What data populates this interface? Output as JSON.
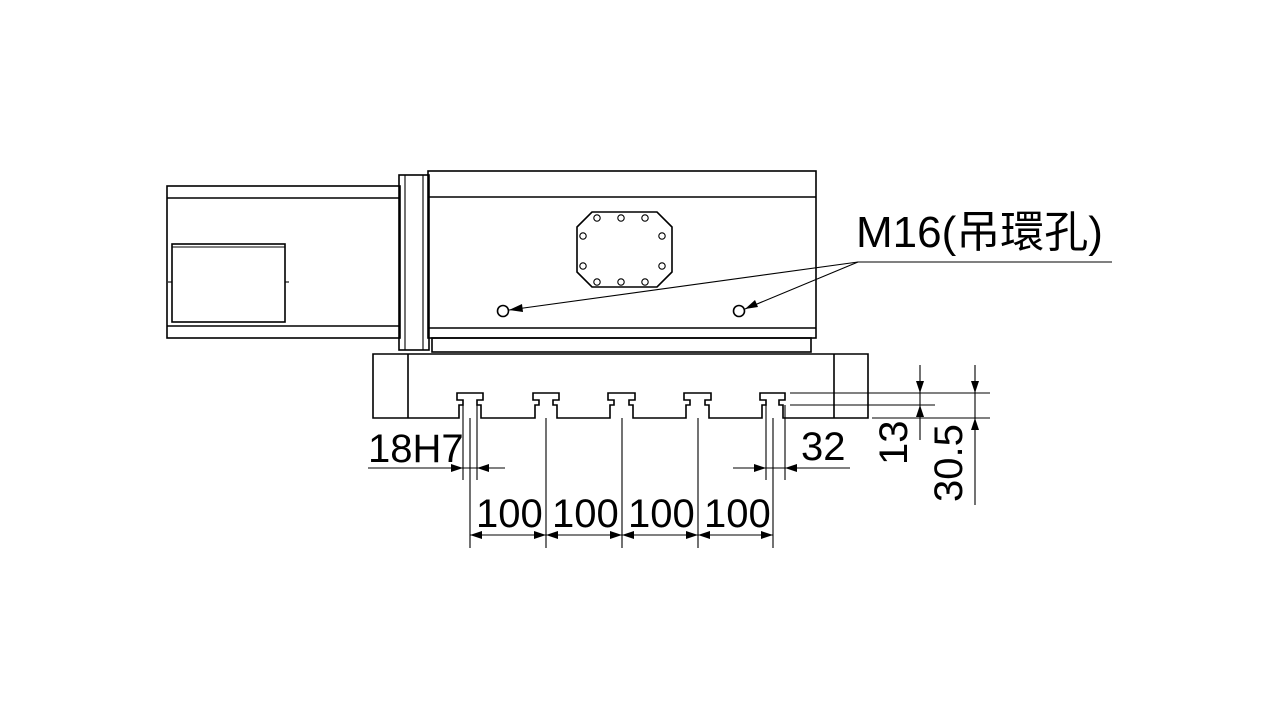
{
  "callout": {
    "label": "M16(吊環孔)"
  },
  "dimensions": {
    "slot_width": "18H7",
    "pitch_1": "100",
    "pitch_2": "100",
    "pitch_3": "100",
    "pitch_4": "100",
    "edge_offset": "32",
    "slot_depth": "13",
    "slot_height": "30.5"
  }
}
